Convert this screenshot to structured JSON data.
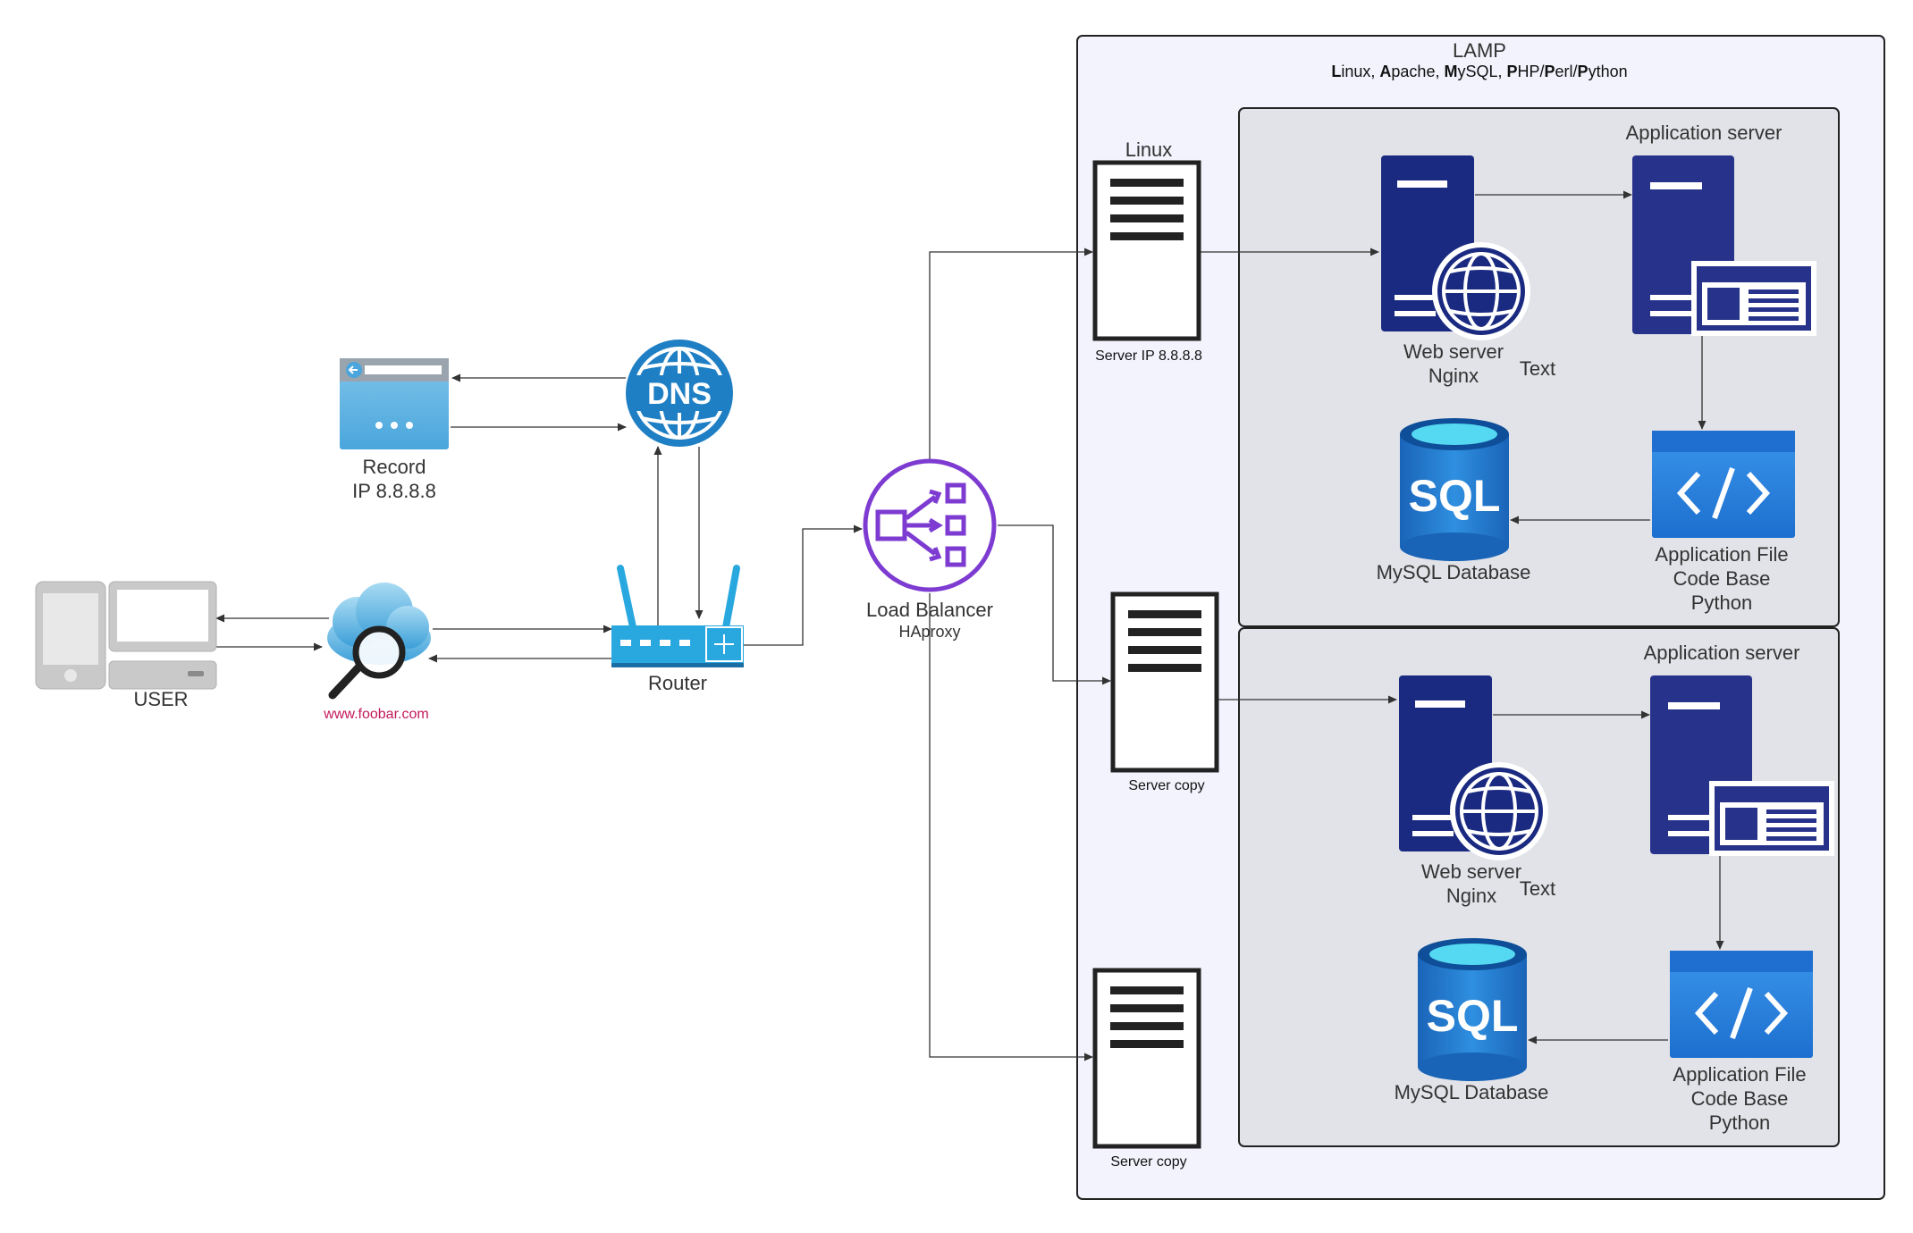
{
  "lamp": {
    "title": "LAMP",
    "subtitle_parts": [
      {
        "bold": "L",
        "rest": "inux, "
      },
      {
        "bold": "A",
        "rest": "pache, "
      },
      {
        "bold": "M",
        "rest": "ySQL, "
      },
      {
        "bold": "P",
        "rest": "HP/"
      },
      {
        "bold": "P",
        "rest": "erl/"
      },
      {
        "bold": "P",
        "rest": "ython"
      }
    ]
  },
  "user": {
    "label": "USER"
  },
  "search": {
    "label": "www.foobar.com"
  },
  "dns": {
    "icon_text": "DNS",
    "record_label_1": "Record",
    "record_label_2": "IP 8.8.8.8"
  },
  "router": {
    "label": "Router"
  },
  "load_balancer": {
    "label": "Load Balancer",
    "sublabel": "HAproxy"
  },
  "servers": {
    "linux_label": "Linux",
    "primary_label": "Server IP 8.8.8.8",
    "copy1_label": "Server copy",
    "copy2_label": "Server copy"
  },
  "app_groups": [
    {
      "title": "Application server",
      "web_server_1": "Web server",
      "web_server_2": "Nginx",
      "text_label": "Text",
      "db_icon_text": "SQL",
      "db_label": "MySQL Database",
      "app_file_1": "Application File",
      "app_file_2": "Code Base",
      "app_file_3": "Python"
    },
    {
      "title": "Application server",
      "web_server_1": "Web server",
      "web_server_2": "Nginx",
      "text_label": "Text",
      "db_icon_text": "SQL",
      "db_label": "MySQL Database",
      "app_file_1": "Application File",
      "app_file_2": "Code Base",
      "app_file_3": "Python"
    }
  ],
  "colors": {
    "lamp_bg": "#f3f3fd",
    "group_bg": "#e1e3e8",
    "navy": "#1a2a80",
    "dns_blue": "#1f7fc4",
    "router_blue": "#29a8e0",
    "lb_purple": "#7d3bd1",
    "user_grey": "#c9c9c9",
    "red_text": "#c2185b"
  }
}
